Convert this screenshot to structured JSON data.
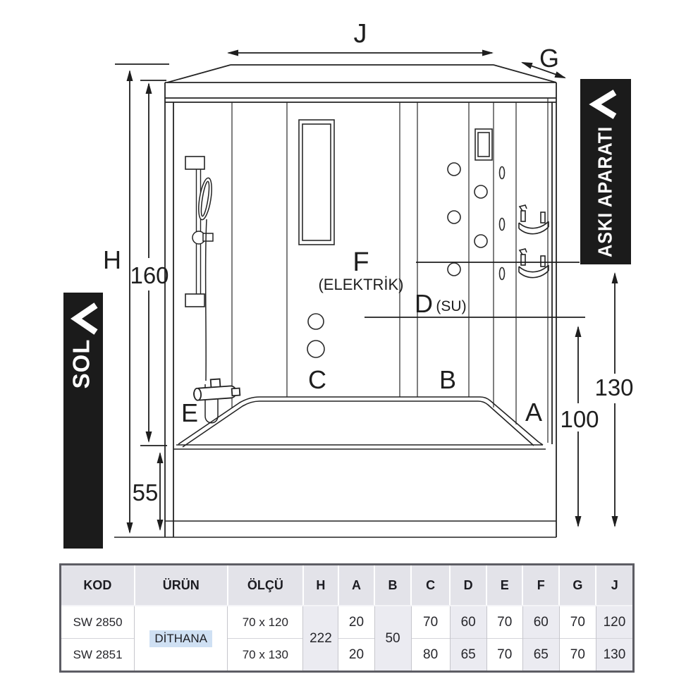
{
  "diagram": {
    "dims": {
      "j": "J",
      "g": "G",
      "h": "H",
      "h160": "160",
      "h55": "55",
      "v100": "100",
      "v130": "130"
    },
    "points": {
      "a": "A",
      "b": "B",
      "c": "C",
      "d": "D",
      "d_suffix": "(SU)",
      "e": "E",
      "f": "F",
      "f_suffix": "(ELEKTRİK)"
    },
    "banners": {
      "left_label": "SOL",
      "right_label": "ASKI APARATI"
    }
  },
  "table": {
    "headers": [
      "KOD",
      "ÜRÜN",
      "ÖLÇÜ",
      "H",
      "A",
      "B",
      "C",
      "D",
      "E",
      "F",
      "G",
      "J"
    ],
    "product_name": "DİTHANA",
    "shared": {
      "h": "222",
      "b": "50"
    },
    "rows": [
      {
        "kod": "SW 2850",
        "olcu": "70 x 120",
        "a": "20",
        "c": "70",
        "d": "60",
        "e": "70",
        "f": "60",
        "g": "70",
        "j": "120"
      },
      {
        "kod": "SW 2851",
        "olcu": "70 x 130",
        "a": "20",
        "c": "80",
        "d": "65",
        "e": "70",
        "f": "65",
        "g": "70",
        "j": "130"
      }
    ]
  },
  "colors": {
    "banner_bg": "#1b1b1b",
    "banner_text": "#ffffff",
    "table_header_bg": "#e3e3e9",
    "table_shaded_col": "#ebebf1",
    "product_highlight": "#cfe0f3",
    "line": "#222222"
  }
}
